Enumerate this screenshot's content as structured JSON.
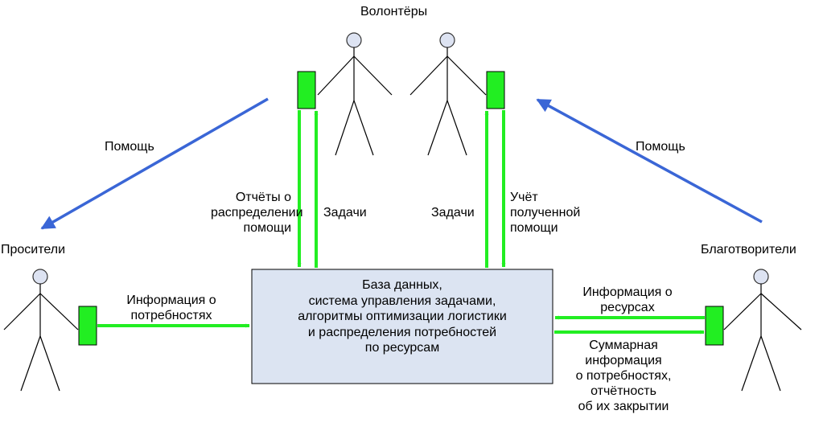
{
  "actors": {
    "volunteers": "Волонтёры",
    "requesters": "Просители",
    "benefactors": "Благотворители"
  },
  "center_box": "База данных,\nсистема управления задачами,\nалгоритмы оптимизации логистики\nи распределения потребностей\nпо ресурсам",
  "labels": {
    "help_left": "Помощь",
    "help_right": "Помощь",
    "reports": "Отчёты о\nраспределении\nпомощи",
    "tasks_left": "Задачи",
    "tasks_right": "Задачи",
    "accounting": "Учёт\nполученной\nпомощи",
    "needs_info": "Информация о\nпотребностях",
    "resources_info": "Информация о\nресурсах",
    "summary": "Суммарная\nинформация\nо потребностях,\nотчётность\nоб их закрытии"
  },
  "colors": {
    "green": "#22ee22",
    "blue": "#3a66d6",
    "box_fill": "#dce4f2",
    "actor_head": "#dde3f2"
  }
}
